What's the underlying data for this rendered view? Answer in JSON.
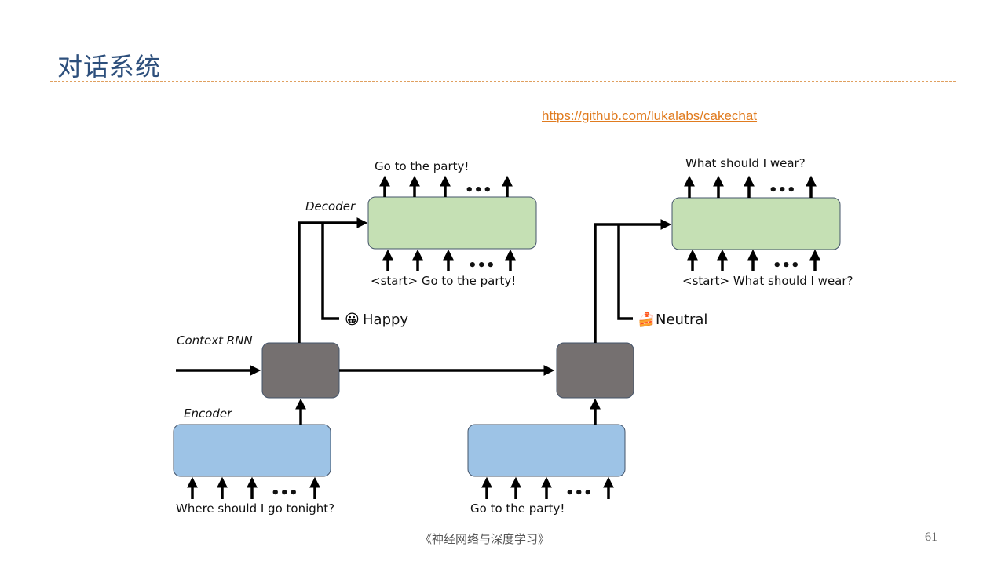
{
  "slide": {
    "title": "对话系统",
    "link_text": "https://github.com/lukalabs/cakechat",
    "footer_book": "《神经网络与深度学习》",
    "page_number": "61"
  },
  "diagram": {
    "labels": {
      "decoder": "Decoder",
      "context_rnn": "Context RNN",
      "encoder": "Encoder"
    },
    "turn1": {
      "encoder_input": "Where should I go tonight?",
      "emotion_icon": "😀",
      "emotion_label": "Happy",
      "decoder_input": "<start> Go to the party!",
      "decoder_output": "Go to the party!"
    },
    "turn2": {
      "encoder_input": "Go to the party!",
      "emotion_icon": "🍰",
      "emotion_label": "Neutral",
      "decoder_input": "<start> What should I wear?",
      "decoder_output": "What should I wear?"
    },
    "ellipsis": "•••",
    "colors": {
      "encoder": "#9dc3e6",
      "decoder": "#c5e0b4",
      "context": "#757070",
      "box_border": "#44546a",
      "title": "#2d4f7c",
      "link": "#e07b1f",
      "rule": "#e0a060"
    }
  }
}
